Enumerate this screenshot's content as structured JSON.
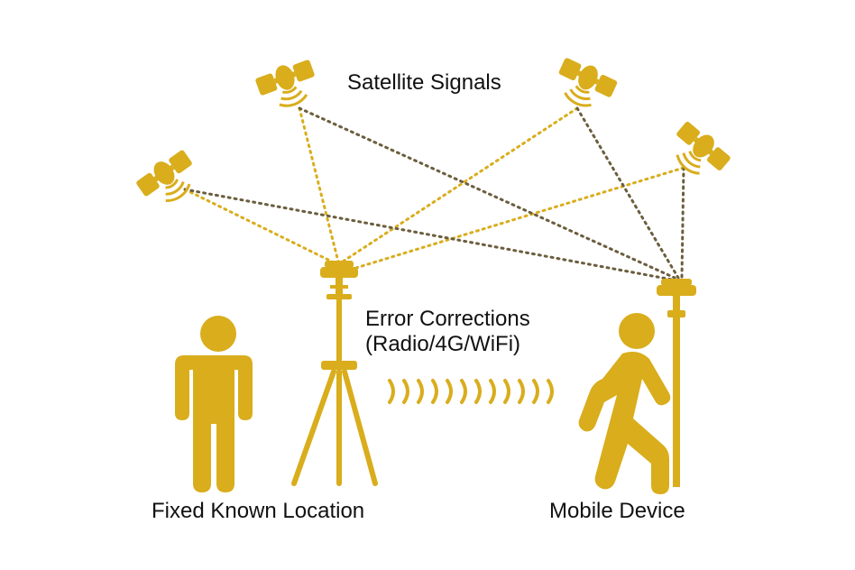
{
  "labels": {
    "satellite_signals": "Satellite Signals",
    "error_corrections_line1": "Error Corrections",
    "error_corrections_line2": "(Radio/4G/WiFi)",
    "fixed_known_location": "Fixed Known Location",
    "mobile_device": "Mobile Device"
  },
  "colors": {
    "gold": "#D9AD1C",
    "dark_dotted": "#6B5E3E",
    "gold_dotted": "#D9AD1C",
    "text": "#111111"
  }
}
